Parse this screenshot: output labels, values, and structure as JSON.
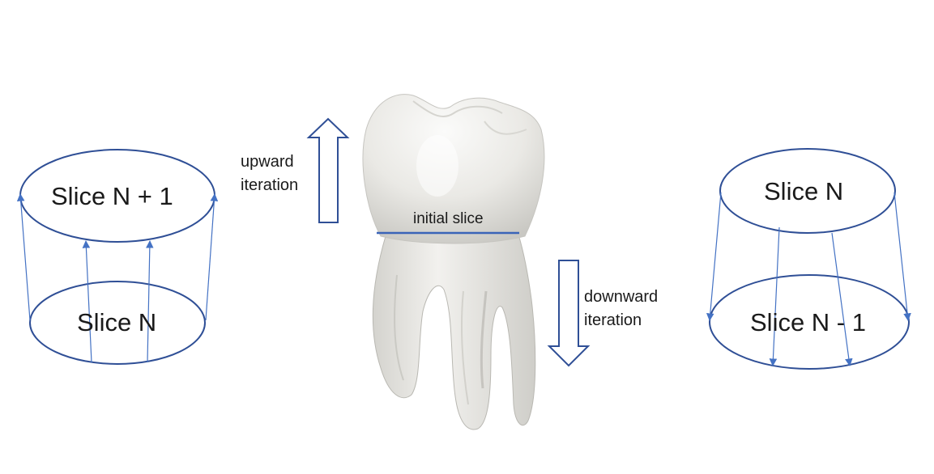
{
  "upward_group": {
    "top_label": "Slice N + 1",
    "bottom_label": "Slice N"
  },
  "downward_group": {
    "top_label": "Slice N",
    "bottom_label": "Slice N - 1"
  },
  "upward_iteration": {
    "line1": "upward",
    "line2": "iteration"
  },
  "downward_iteration": {
    "line1": "downward",
    "line2": "iteration"
  },
  "initial_slice_label": "initial slice",
  "colors": {
    "ellipse_stroke": "#2f4f96",
    "arrow_stroke": "#4472c4",
    "big_arrow_stroke": "#2f4f96",
    "slice_line": "#3a64b8",
    "tooth_fill": "#ecebe7"
  }
}
